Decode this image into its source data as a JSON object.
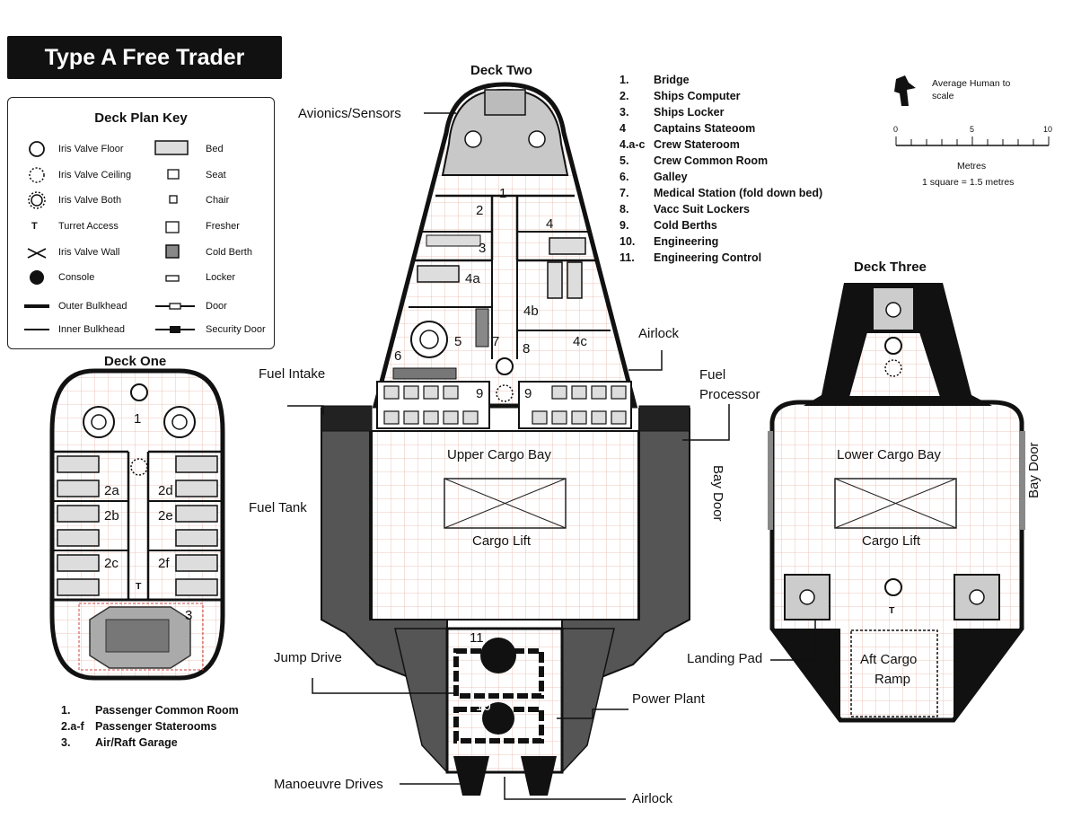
{
  "title": "Type A Free Trader",
  "key": {
    "title": "Deck Plan Key",
    "left": [
      {
        "label": "Iris Valve Floor",
        "icon": "iris-valve-floor-icon"
      },
      {
        "label": "Iris Valve Ceiling",
        "icon": "iris-valve-ceiling-icon"
      },
      {
        "label": "Iris Valve Both",
        "icon": "iris-valve-both-icon"
      },
      {
        "label": "Turret Access",
        "icon": "turret-access-icon",
        "glyph": "T"
      },
      {
        "label": "Iris Valve Wall",
        "icon": "iris-valve-wall-icon"
      },
      {
        "label": "Console",
        "icon": "console-icon"
      },
      {
        "label": "Outer Bulkhead",
        "icon": "outer-bulkhead-icon"
      },
      {
        "label": "Inner Bulkhead",
        "icon": "inner-bulkhead-icon"
      }
    ],
    "right": [
      {
        "label": "Bed",
        "icon": "bed-icon"
      },
      {
        "label": "Seat",
        "icon": "seat-icon"
      },
      {
        "label": "Chair",
        "icon": "chair-icon"
      },
      {
        "label": "Fresher",
        "icon": "fresher-icon"
      },
      {
        "label": "Cold Berth",
        "icon": "cold-berth-icon"
      },
      {
        "label": "Locker",
        "icon": "locker-icon"
      },
      {
        "label": "Door",
        "icon": "door-icon"
      },
      {
        "label": "Security Door",
        "icon": "security-door-icon"
      }
    ]
  },
  "deck_two": {
    "title": "Deck Two",
    "legend": [
      {
        "num": "1.",
        "label": "Bridge"
      },
      {
        "num": "2.",
        "label": "Ships Computer"
      },
      {
        "num": "3.",
        "label": "Ships Locker"
      },
      {
        "num": "4",
        "label": "Captains Stateoom"
      },
      {
        "num": "4.a-c",
        "label": "Crew Stateroom"
      },
      {
        "num": "5.",
        "label": "Crew Common Room"
      },
      {
        "num": "6.",
        "label": "Galley"
      },
      {
        "num": "7.",
        "label": "Medical Station (fold down bed)"
      },
      {
        "num": "8.",
        "label": "Vacc Suit Lockers"
      },
      {
        "num": "9.",
        "label": "Cold Berths"
      },
      {
        "num": "10.",
        "label": "Engineering"
      },
      {
        "num": "11.",
        "label": "Engineering Control"
      }
    ],
    "room_numbers": [
      "1",
      "2",
      "3",
      "4",
      "4a",
      "4b",
      "4c",
      "5",
      "6",
      "7",
      "8",
      "9",
      "9",
      "10",
      "11"
    ],
    "areas": {
      "cargo_bay": "Upper Cargo Bay",
      "cargo_lift": "Cargo Lift"
    },
    "callouts": {
      "avionics": "Avionics/Sensors",
      "airlock_upper": "Airlock",
      "fuel_intake": "Fuel Intake",
      "fuel_processor_1": "Fuel",
      "fuel_processor_2": "Processor",
      "fuel_tank": "Fuel Tank",
      "jump_drive": "Jump Drive",
      "power_plant": "Power Plant",
      "manoeuvre": "Manoeuvre Drives",
      "airlock_lower": "Airlock"
    }
  },
  "deck_one": {
    "title": "Deck One",
    "room_numbers": [
      "1",
      "2a",
      "2b",
      "2c",
      "2d",
      "2e",
      "2f",
      "3"
    ],
    "turret": "T",
    "legend": [
      {
        "num": "1.",
        "label": "Passenger Common Room"
      },
      {
        "num": "2.a-f",
        "label": "Passenger Staterooms"
      },
      {
        "num": "3.",
        "label": "Air/Raft Garage"
      }
    ]
  },
  "deck_three": {
    "title": "Deck Three",
    "areas": {
      "cargo_bay": "Lower Cargo Bay",
      "cargo_lift": "Cargo Lift",
      "aft_ramp_1": "Aft Cargo",
      "aft_ramp_2": "Ramp"
    },
    "bay_door_left": "Bay Door",
    "bay_door_right": "Bay Door",
    "turret": "T",
    "callouts": {
      "landing_pad": "Landing Pad"
    }
  },
  "scale": {
    "human_label_1": "Average Human to",
    "human_label_2": "scale",
    "ticks": [
      "0",
      "5",
      "10"
    ],
    "unit": "Metres",
    "note": "1 square = 1.5 metres"
  }
}
